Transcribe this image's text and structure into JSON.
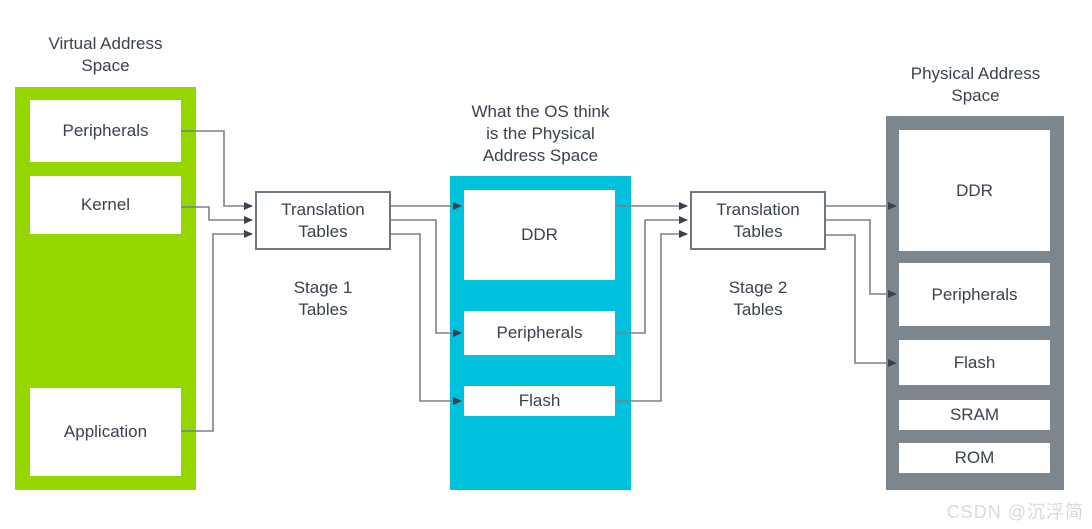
{
  "virtual_space": {
    "title": "Virtual Address\nSpace",
    "items": [
      "Peripherals",
      "Kernel",
      "Application"
    ]
  },
  "stage1": {
    "box_label": "Translation\nTables",
    "caption": "Stage 1\nTables"
  },
  "intermediate_space": {
    "title": "What the OS think\nis the Physical\nAddress Space",
    "items": [
      "DDR",
      "Peripherals",
      "Flash"
    ]
  },
  "stage2": {
    "box_label": "Translation\nTables",
    "caption": "Stage 2\nTables"
  },
  "physical_space": {
    "title": "Physical Address\nSpace",
    "items": [
      "DDR",
      "Peripherals",
      "Flash",
      "SRAM",
      "ROM"
    ]
  },
  "watermark": "CSDN @沉浮简",
  "colors": {
    "virtual_panel_green": "#95D600",
    "intermediate_panel_cyan": "#00C1DE",
    "physical_panel_gray": "#7D868C",
    "text": "#39424E",
    "connector_line": "#78828A",
    "arrowhead": "#39424D"
  }
}
